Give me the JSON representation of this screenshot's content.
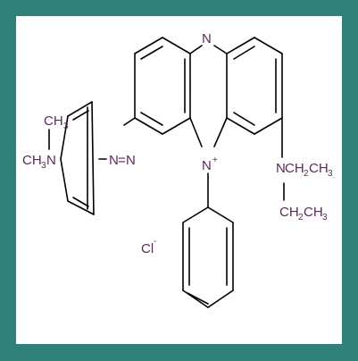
{
  "colors": {
    "frame": "#2e8078",
    "panel": "#ffffff",
    "bond": "#000000",
    "label": "#5b2a5e"
  },
  "atoms": {
    "n_top": "N",
    "n_plus": "N",
    "plus": "+",
    "azo_left": "N",
    "azo_eq": "=",
    "azo_right": "N",
    "nme_top_ch": "CH",
    "nme_top_sub": "3",
    "nme_left_ch": "CH",
    "nme_left_sub": "3",
    "nme_left_n": "N",
    "net_n": "N",
    "net_ch_1": "CH",
    "net_sub_2a": "2",
    "net_ch_2": "CH",
    "net_sub_3a": "3",
    "net_ch_3": "CH",
    "net_sub_2b": "2",
    "net_ch_4": "CH",
    "net_sub_3b": "3",
    "cl": "Cl",
    "cl_charge": "-"
  }
}
